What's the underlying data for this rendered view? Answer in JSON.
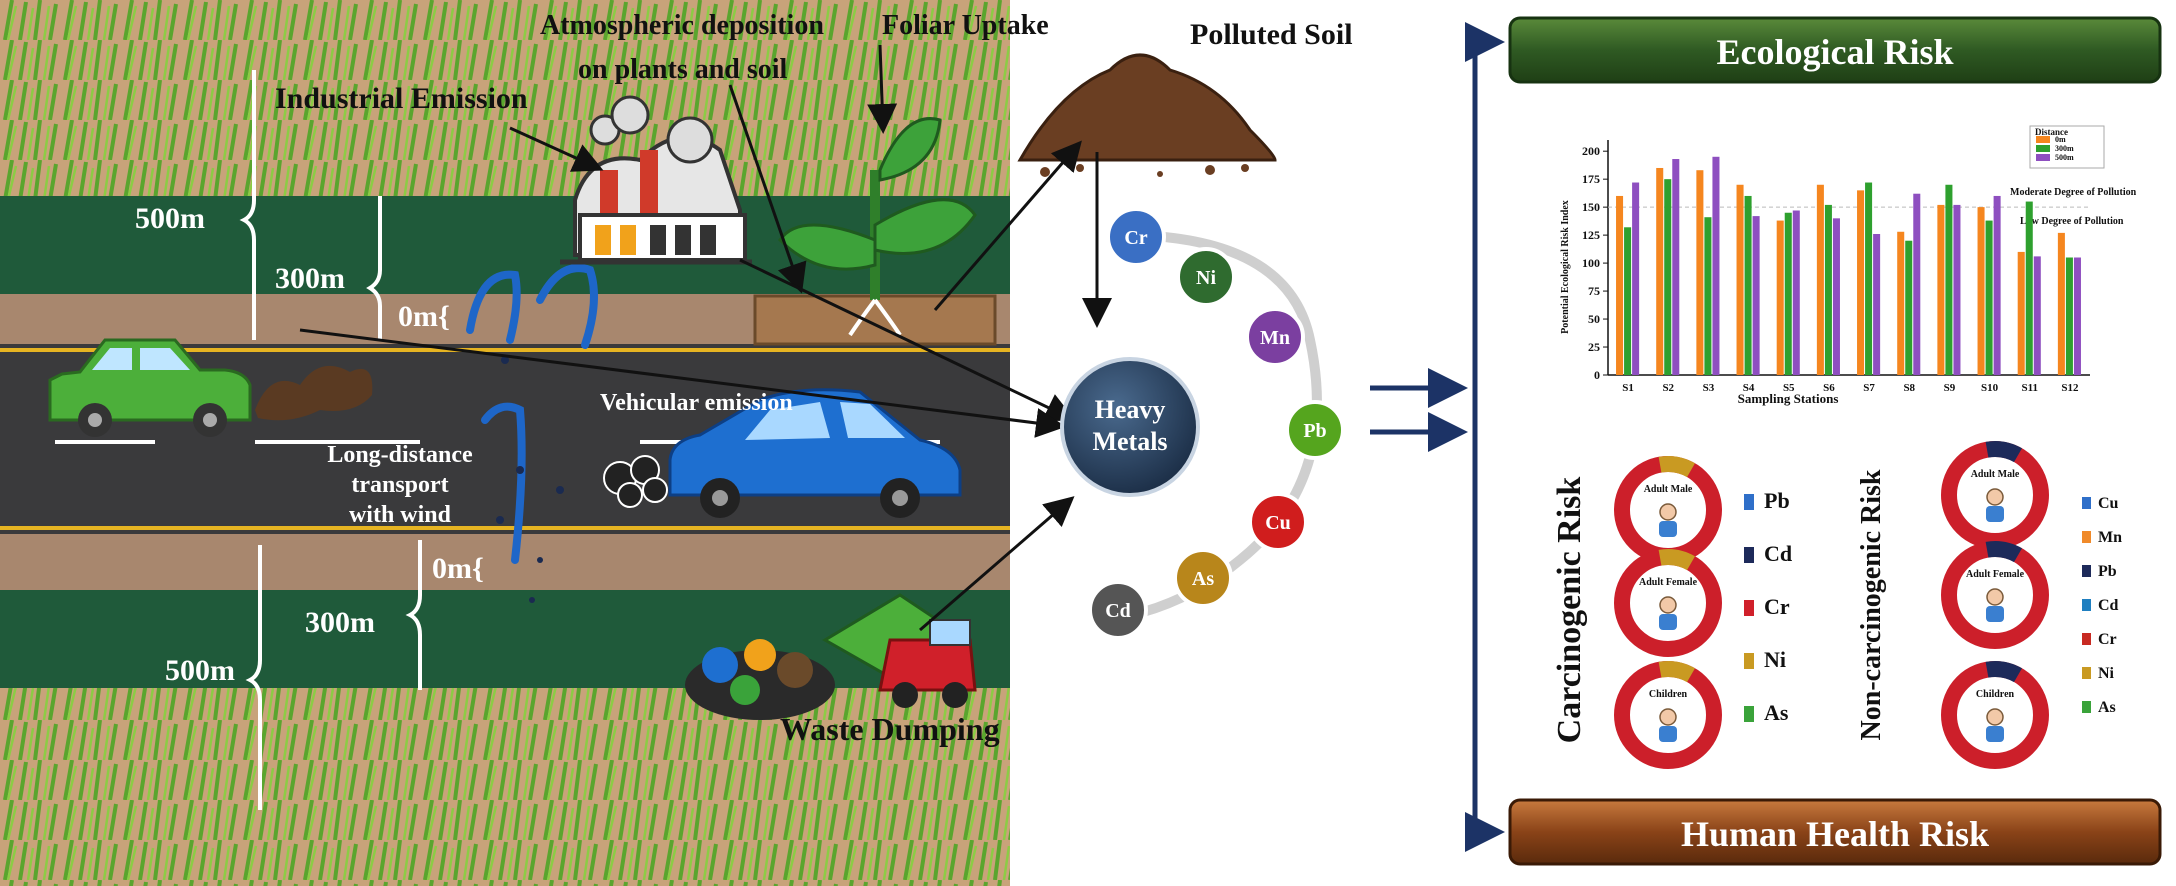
{
  "scene": {
    "label_industrial": "Industrial Emission",
    "label_atmo_1": "Atmospheric deposition",
    "label_atmo_2": "on plants and soil",
    "label_foliar": "Foliar Uptake",
    "label_polluted_soil": "Polluted Soil",
    "label_vehicular": "Vehicular emission",
    "label_transport_1": "Long-distance",
    "label_transport_2": "transport",
    "label_transport_3": "with wind",
    "label_waste": "Waste Dumping",
    "dist_top_500": "500m",
    "dist_top_300": "300m",
    "dist_top_0": "0m{",
    "dist_bot_0": "0m{",
    "dist_bot_300": "300m",
    "dist_bot_500": "500m"
  },
  "metals": {
    "center_1": "Heavy",
    "center_2": "Metals",
    "nodes": [
      {
        "symbol": "Cr",
        "color": "#3a6fc4"
      },
      {
        "symbol": "Ni",
        "color": "#2f6b2f"
      },
      {
        "symbol": "Mn",
        "color": "#7b3fa0"
      },
      {
        "symbol": "Pb",
        "color": "#55a51e"
      },
      {
        "symbol": "Cu",
        "color": "#d01d1d"
      },
      {
        "symbol": "As",
        "color": "#b8861b"
      },
      {
        "symbol": "Cd",
        "color": "#555555"
      }
    ]
  },
  "banners": {
    "ecological": "Ecological Risk",
    "health": "Human Health Risk"
  },
  "chart_data": {
    "type": "bar",
    "categories": [
      "S1",
      "S2",
      "S3",
      "S4",
      "S5",
      "S6",
      "S7",
      "S8",
      "S9",
      "S10",
      "S11",
      "S12"
    ],
    "series": [
      {
        "name": "0m",
        "color": "#f5861f",
        "values": [
          160,
          185,
          183,
          170,
          138,
          170,
          165,
          128,
          152,
          150,
          110,
          127
        ]
      },
      {
        "name": "300m",
        "color": "#2ea02e",
        "values": [
          132,
          175,
          141,
          160,
          145,
          152,
          172,
          120,
          170,
          138,
          155,
          105
        ]
      },
      {
        "name": "500m",
        "color": "#8e4fc0",
        "values": [
          172,
          193,
          195,
          142,
          147,
          140,
          126,
          162,
          152,
          160,
          106,
          105
        ]
      }
    ],
    "xlabel": "Sampling Stations",
    "ylabel": "Potential Ecological Risk Index",
    "yticks": [
      0,
      25,
      50,
      75,
      100,
      125,
      150,
      175,
      200
    ],
    "ylim": [
      0,
      210
    ],
    "legend_title": "Distance",
    "reference_lines": [
      {
        "value": 150,
        "label": "Moderate Degree of Pollution"
      },
      {
        "value": 150,
        "label": "Low Degree of Pollution"
      }
    ]
  },
  "health": {
    "carcinogenic_title": "Carcinogenic Risk",
    "noncarcinogenic_title": "Non-carcinogenic Risk",
    "donuts_left": [
      {
        "label": "Adult Male"
      },
      {
        "label": "Adult Female"
      },
      {
        "label": "Children"
      }
    ],
    "donuts_right": [
      {
        "label": "Adult Male"
      },
      {
        "label": "Adult Female"
      },
      {
        "label": "Children"
      }
    ],
    "legend_left": [
      {
        "label": "Pb",
        "color": "#2f6fc9"
      },
      {
        "label": "Cd",
        "color": "#1d2a5a"
      },
      {
        "label": "Cr",
        "color": "#d0202a"
      },
      {
        "label": "Ni",
        "color": "#c99a22"
      },
      {
        "label": "As",
        "color": "#3aa33a"
      }
    ],
    "legend_right": [
      {
        "label": "Cu",
        "color": "#2f6fc9"
      },
      {
        "label": "Mn",
        "color": "#f08a2a"
      },
      {
        "label": "Pb",
        "color": "#1d2a5a"
      },
      {
        "label": "Cd",
        "color": "#1f7fc0"
      },
      {
        "label": "Cr",
        "color": "#c82a22"
      },
      {
        "label": "Ni",
        "color": "#c99a22"
      },
      {
        "label": "As",
        "color": "#3aa33a"
      }
    ]
  }
}
